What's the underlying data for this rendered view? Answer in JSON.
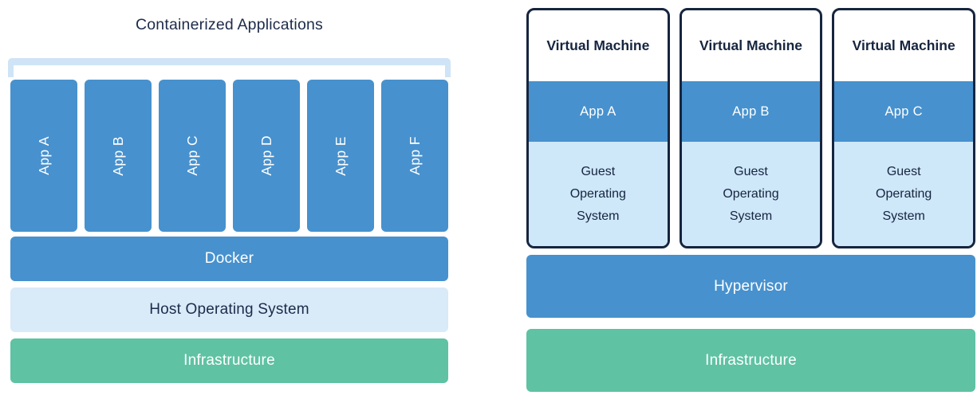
{
  "colors": {
    "accent_blue": "#4791ce",
    "light_blue_host_os": "#d9eaf9",
    "light_blue_guest_os": "#cee7f9",
    "bracket_blue": "#cfe4f6",
    "green": "#5fc2a3",
    "navy_text": "#1d2b4a",
    "vm_border_navy": "#16253f",
    "white_text": "#ffffff"
  },
  "left": {
    "title": "Containerized Applications",
    "apps": [
      "App A",
      "App B",
      "App C",
      "App D",
      "App E",
      "App F"
    ],
    "layers": {
      "docker": "Docker",
      "host_os": "Host Operating System",
      "infrastructure": "Infrastructure"
    }
  },
  "right": {
    "vms": [
      {
        "title": "Virtual Machine",
        "app": "App A",
        "guest_os": "Guest Operating System"
      },
      {
        "title": "Virtual Machine",
        "app": "App B",
        "guest_os": "Guest Operating System"
      },
      {
        "title": "Virtual Machine",
        "app": "App C",
        "guest_os": "Guest Operating System"
      }
    ],
    "layers": {
      "hypervisor": "Hypervisor",
      "infrastructure": "Infrastructure"
    }
  }
}
